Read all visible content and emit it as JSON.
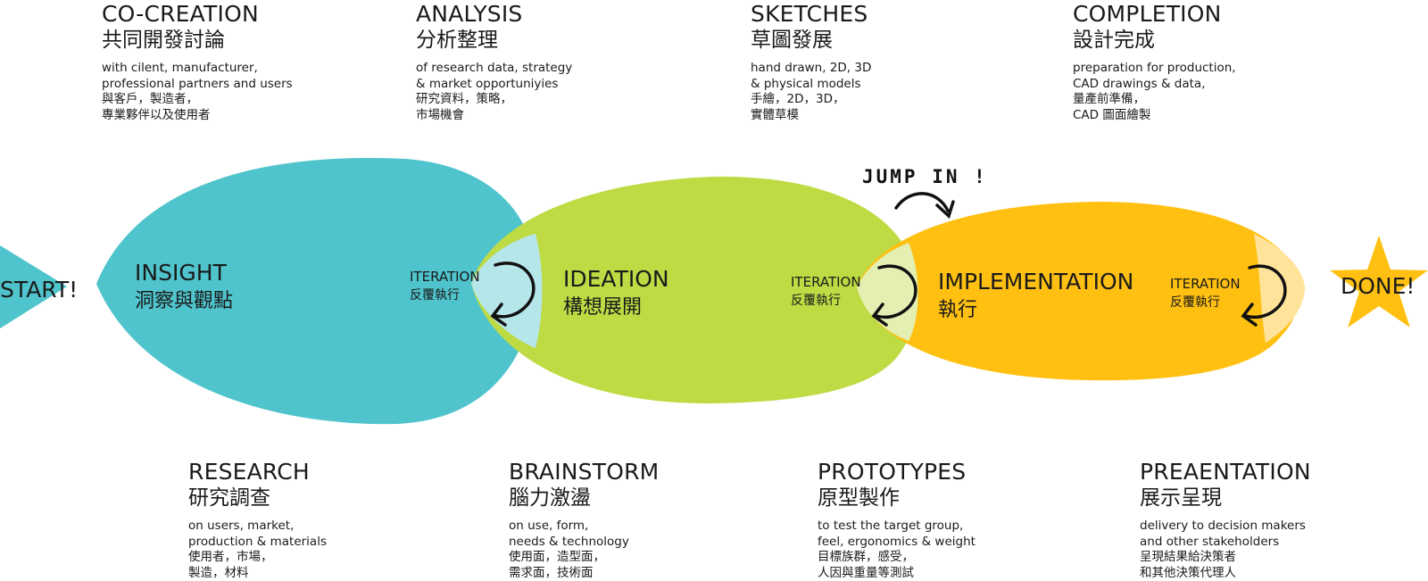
{
  "top_steps": [
    {
      "title": "CO-CREATION",
      "title_zh": "共同開發討論",
      "lines": [
        "with cilent, manufacturer,",
        "professional partners and users",
        "與客戶，製造者，",
        "專業夥伴以及使用者"
      ]
    },
    {
      "title": "ANALYSIS",
      "title_zh": "分析整理",
      "lines": [
        "of research data, strategy",
        "& market opportuniyies",
        "研究資料，策略，",
        "市場機會"
      ]
    },
    {
      "title": "SKETCHES",
      "title_zh": "草圖發展",
      "lines": [
        "hand drawn, 2D, 3D",
        "& physical models",
        "手繪，2D，3D，",
        "實體草模"
      ]
    },
    {
      "title": "COMPLETION",
      "title_zh": "設計完成",
      "lines": [
        "preparation for production,",
        "CAD drawings & data,",
        "量產前準備，",
        "CAD 圖面繪製"
      ]
    }
  ],
  "bottom_steps": [
    {
      "title": "RESEARCH",
      "title_zh": "研究調查",
      "lines": [
        "on users, market,",
        "production & materials",
        "使用者，市場，",
        "製造，材料"
      ]
    },
    {
      "title": "BRAINSTORM",
      "title_zh": "腦力激盪",
      "lines": [
        "on use, form,",
        "needs & technology",
        "使用面，造型面，",
        "需求面，技術面"
      ]
    },
    {
      "title": "PROTOTYPES",
      "title_zh": "原型製作",
      "lines": [
        "to test the target group,",
        "feel, ergonomics & weight",
        "目標族群，感受，",
        "人因與重量等測試"
      ]
    },
    {
      "title": "PREAENTATION",
      "title_zh": "展示呈現",
      "lines": [
        "delivery to decision makers",
        "and other stakeholders",
        "呈現結果給決策者",
        "和其他決策代理人"
      ]
    }
  ],
  "stages": [
    {
      "label": "INSIGHT",
      "label_zh": "洞察與觀點",
      "color": "#4FC4CC",
      "overlap_color": "#B5E6EA"
    },
    {
      "label": "IDEATION",
      "label_zh": "構想展開",
      "color": "#BEDB44",
      "overlap_color": "#E3F0B2"
    },
    {
      "label": "IMPLEMENTATION",
      "label_zh": "執行",
      "color": "#FFC012",
      "overlap_color": "#FFE39A"
    }
  ],
  "iterations": [
    {
      "label": "ITERATION",
      "label_zh": "反覆執行"
    },
    {
      "label": "ITERATION",
      "label_zh": "反覆執行"
    },
    {
      "label": "ITERATION",
      "label_zh": "反覆執行"
    }
  ],
  "start": {
    "label": "START!",
    "color": "#4FC4CC"
  },
  "done": {
    "label": "DONE!",
    "color": "#FFC012"
  },
  "jump_in": "JUMP IN !"
}
